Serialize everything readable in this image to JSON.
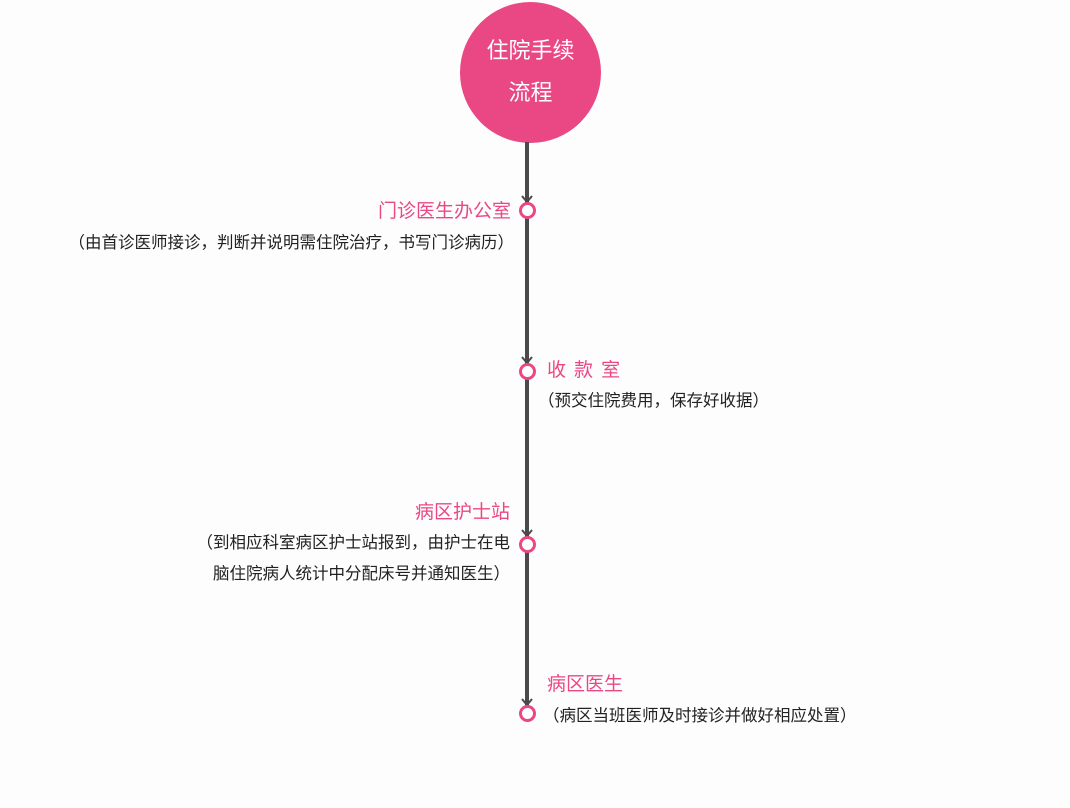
{
  "hub": {
    "line1": "住院手续",
    "line2": "流程"
  },
  "steps": [
    {
      "title": "门诊医生办公室",
      "desc": [
        "（由首诊医师接诊，判断并说明需住院治疗，书写门诊病历）"
      ]
    },
    {
      "title": "收 款 室",
      "desc": [
        "（预交住院费用，保存好收据）"
      ]
    },
    {
      "title": "病区护士站",
      "desc": [
        "（到相应科室病区护士站报到，由护士在电",
        "脑住院病人统计中分配床号并通知医生）"
      ]
    },
    {
      "title": "病区医生",
      "desc": [
        "（病区当班医师及时接诊并做好相应处置）"
      ]
    }
  ],
  "colors": {
    "accent": "#ea4884",
    "line": "#4a4a4a"
  }
}
